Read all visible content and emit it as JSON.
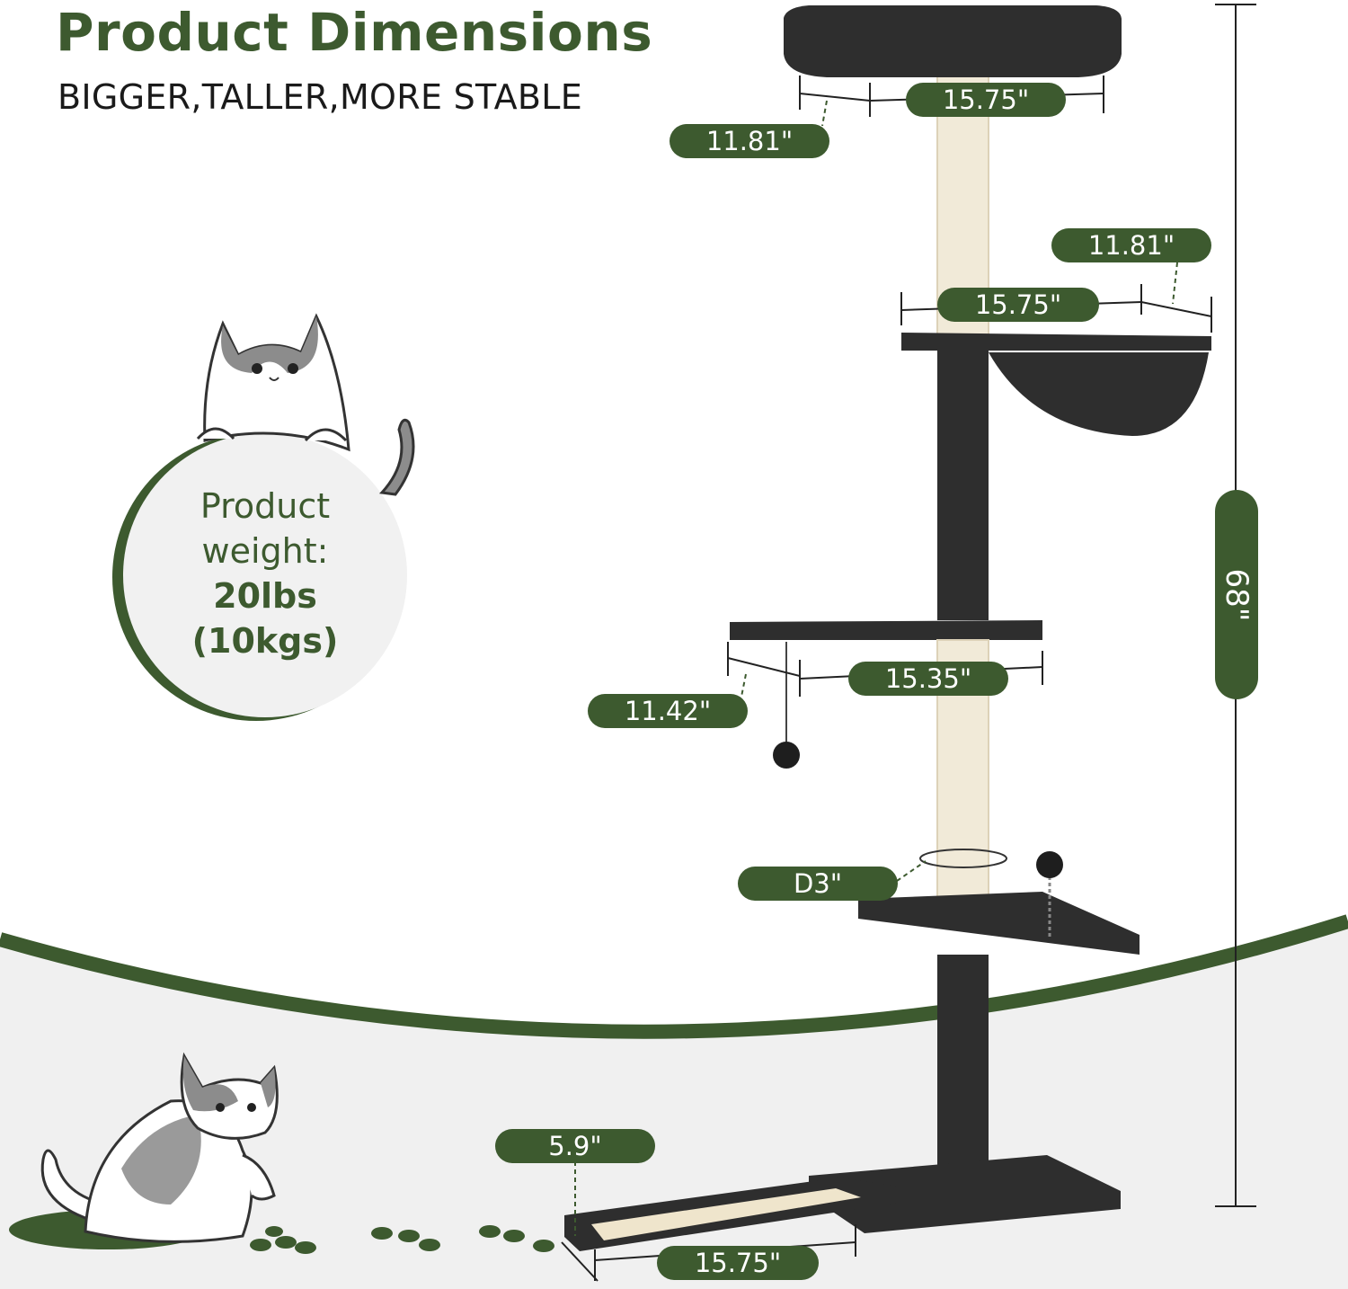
{
  "heading": {
    "title": "Product Dimensions",
    "subtitle": "BIGGER,TALLER,MORE STABLE"
  },
  "weight": {
    "line1": "Product",
    "line2": "weight:",
    "line3": "20lbs",
    "line4": "(10kgs)"
  },
  "dimensions": {
    "top_perch_width": "15.75\"",
    "top_perch_depth": "11.81\"",
    "hammock_depth": "11.81\"",
    "hammock_width": "15.75\"",
    "middle_platform_width": "15.35\"",
    "middle_platform_depth": "11.42\"",
    "post_diameter": "D3\"",
    "scratch_board_height": "5.9\"",
    "scratch_board_width": "15.75\"",
    "total_height": "68\""
  },
  "colors": {
    "brand_green": "#3d5a2f",
    "plush_dark": "#2e2e2e",
    "sisal": "#f1ead8"
  }
}
